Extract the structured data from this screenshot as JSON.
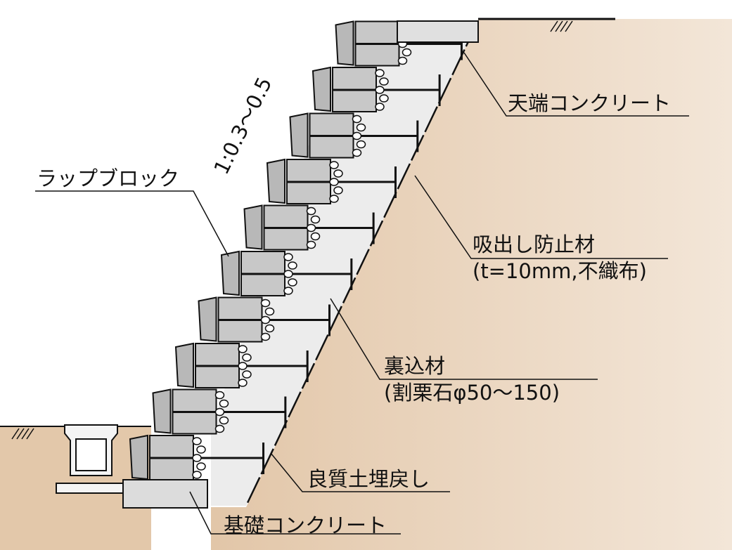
{
  "labels": {
    "top_concrete": "天端コンクリート",
    "wrap_block": "ラップブロック",
    "slope": "1:0.3～0.5",
    "drain_prevention": "吸出し防止材",
    "drain_prevention_spec": "(t=10mm,不織布)",
    "backfill": "裏込材",
    "backfill_spec": "(割栗石φ50～150)",
    "soil_backfill": "良質土埋戻し",
    "foundation_concrete": "基礎コンクリート"
  },
  "colors": {
    "soil": "#e6cdb2",
    "backfill": "#ececec",
    "block": "#c8c8c8",
    "concrete": "#dcdcdc"
  }
}
